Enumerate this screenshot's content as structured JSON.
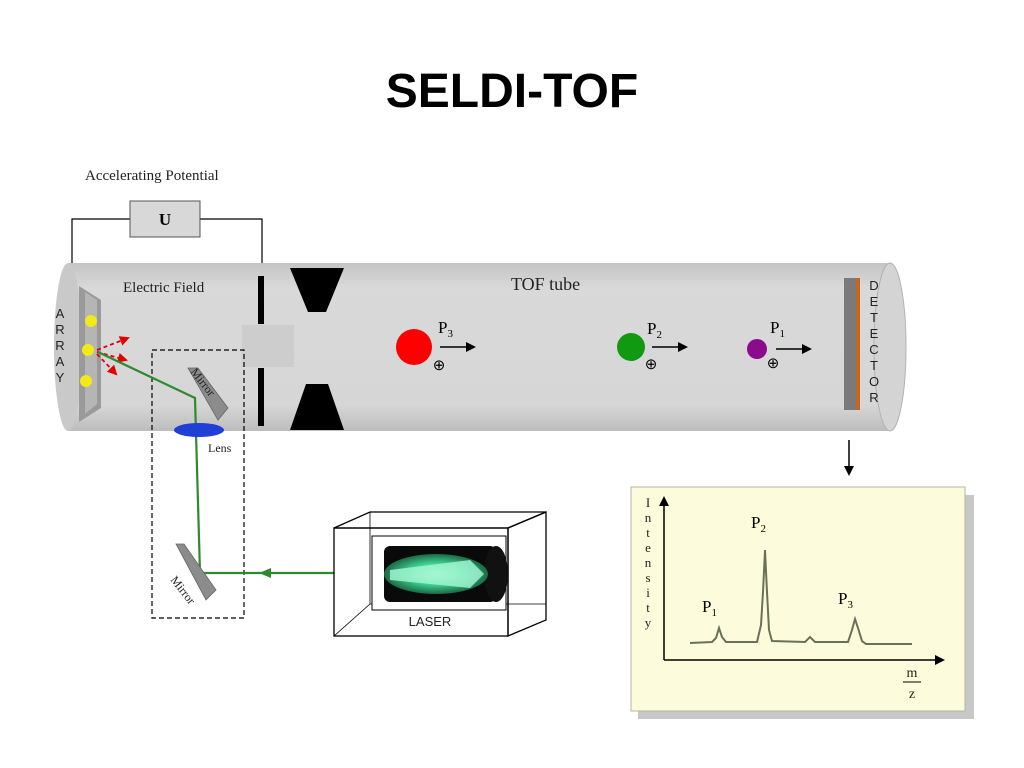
{
  "title": "SELDI-TOF",
  "labels": {
    "accelerating_potential": "Accelerating Potential",
    "voltage": "U",
    "electric_field": "Electric Field",
    "tof_tube": "TOF tube",
    "array": [
      "A",
      "R",
      "R",
      "A",
      "Y"
    ],
    "detector": [
      "D",
      "E",
      "T",
      "E",
      "C",
      "T",
      "O",
      "R"
    ],
    "mirror_top": "Mirror",
    "mirror_bottom": "Mirror",
    "lens": "Lens",
    "laser": "LASER"
  },
  "ions": [
    {
      "label": "P",
      "sub": "3",
      "color": "#ff0000",
      "charge": "⊕"
    },
    {
      "label": "P",
      "sub": "2",
      "color": "#119911",
      "charge": "⊕"
    },
    {
      "label": "P",
      "sub": "1",
      "color": "#8b0b8b",
      "charge": "⊕"
    }
  ],
  "spectrum": {
    "ylabel": [
      "I",
      "n",
      "t",
      "e",
      "n",
      "s",
      "i",
      "t",
      "y"
    ],
    "x_num": "m",
    "x_den": "z",
    "peaks": [
      {
        "label": "P",
        "sub": "1"
      },
      {
        "label": "P",
        "sub": "2"
      },
      {
        "label": "P",
        "sub": "3"
      }
    ],
    "colors": {
      "panel": "#fcfcdc",
      "trace": "#6b7059"
    }
  }
}
